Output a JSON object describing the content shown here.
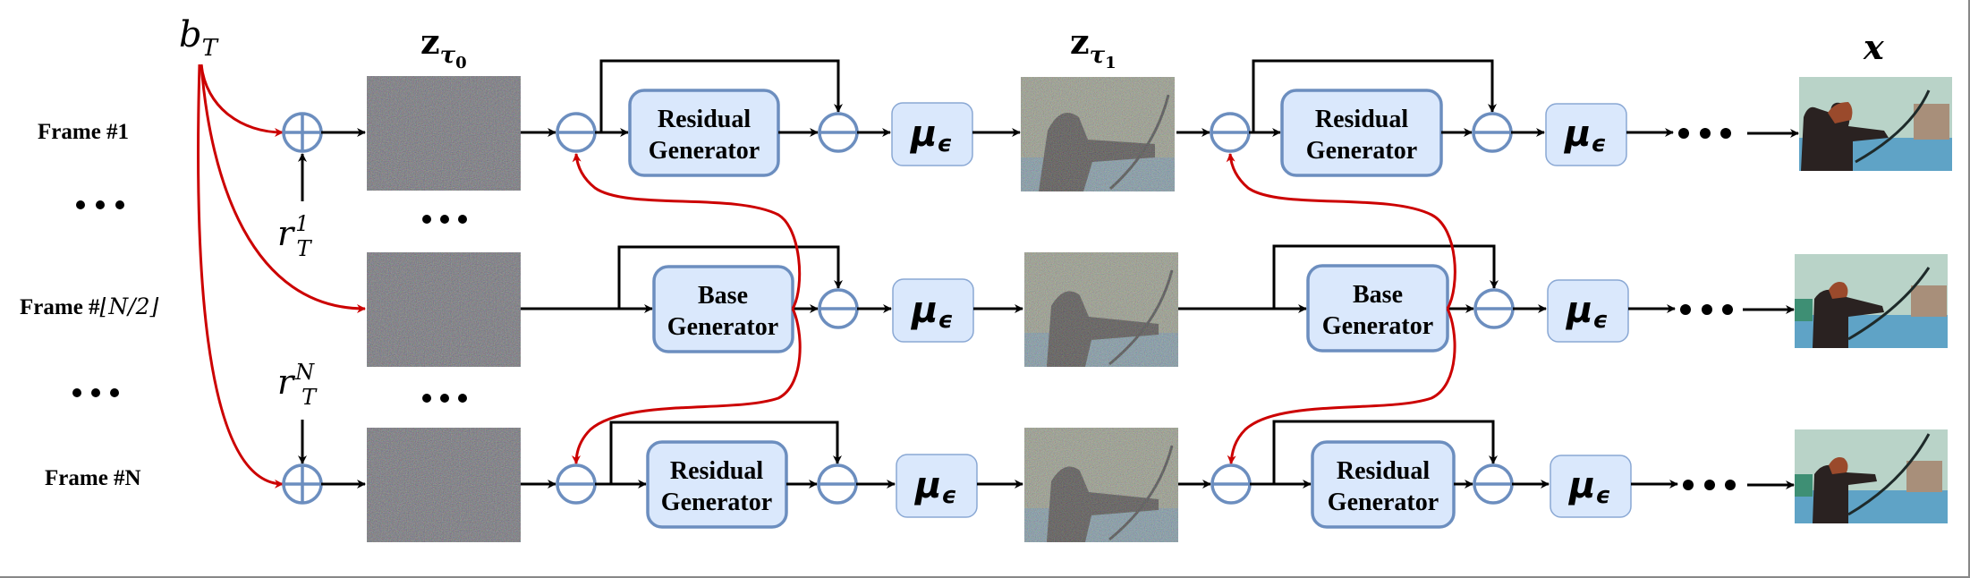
{
  "figure": {
    "description": "Diffusion video generation pipeline with shared base noise and per-frame residual noise",
    "base_noise_label": "b_T",
    "base_noise_symbol": "b",
    "base_noise_sub": "T",
    "frame_labels": [
      "Frame #1",
      "Frame #⌊N/2⌋",
      "Frame #N"
    ],
    "frame_label_prefix_mid": "Frame #",
    "frame_label_math_mid": "⌊N/2⌋",
    "ellipsis": "•••",
    "residual_noise": [
      {
        "symbol": "r",
        "sub": "T",
        "sup": "1"
      },
      {
        "symbol": "r",
        "sub": "T",
        "sup": "N"
      }
    ],
    "columns": [
      {
        "symbol": "z",
        "sub": "τ",
        "subsub": "0"
      },
      {
        "symbol": "z",
        "sub": "τ",
        "subsub": "1"
      },
      {
        "symbol": "x"
      }
    ],
    "generators": {
      "residual": [
        "Residual",
        "Generator"
      ],
      "base": [
        "Base",
        "Generator"
      ]
    },
    "mu": {
      "symbol": "μ",
      "sub": "ϵ"
    },
    "operators": {
      "plus": "plus-circle",
      "minus": "minus-circle"
    },
    "colors": {
      "box_fill": "#dae8fc",
      "box_stroke": "#6c8ebf",
      "guidance_arrow": "#cc0000",
      "wire": "#000000"
    },
    "rows": [
      {
        "name": "frame-1",
        "generator": "residual"
      },
      {
        "name": "frame-mid",
        "generator": "base"
      },
      {
        "name": "frame-n",
        "generator": "residual"
      }
    ]
  }
}
